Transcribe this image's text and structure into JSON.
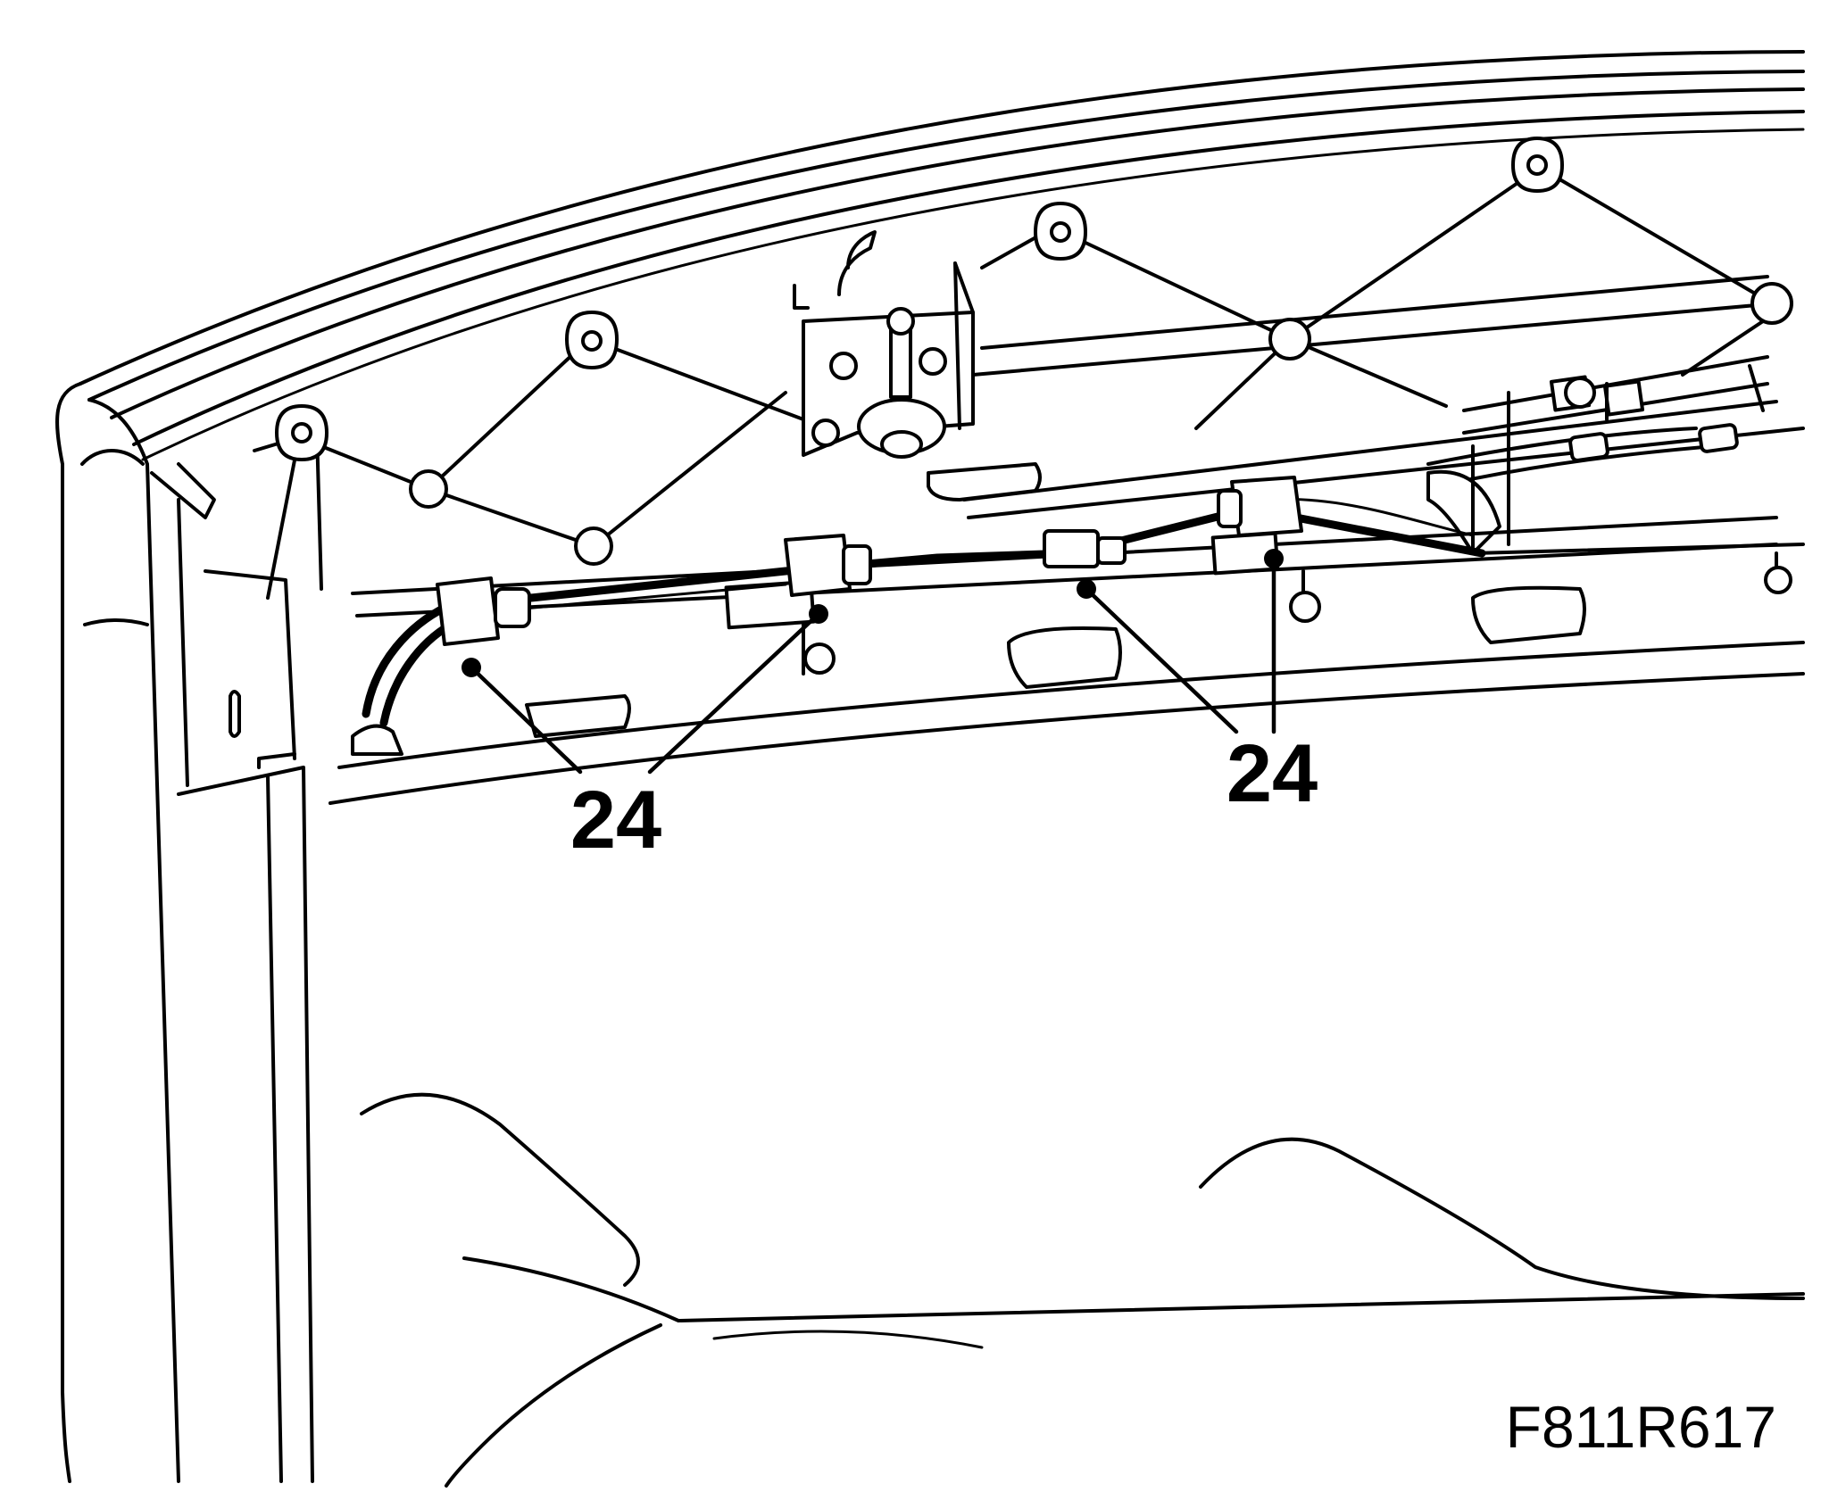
{
  "callouts": [
    {
      "id": "left",
      "label": "24"
    },
    {
      "id": "right",
      "label": "24"
    }
  ],
  "figure_code": "F811R617",
  "colors": {
    "ink": "#000000",
    "paper": "#ffffff"
  }
}
